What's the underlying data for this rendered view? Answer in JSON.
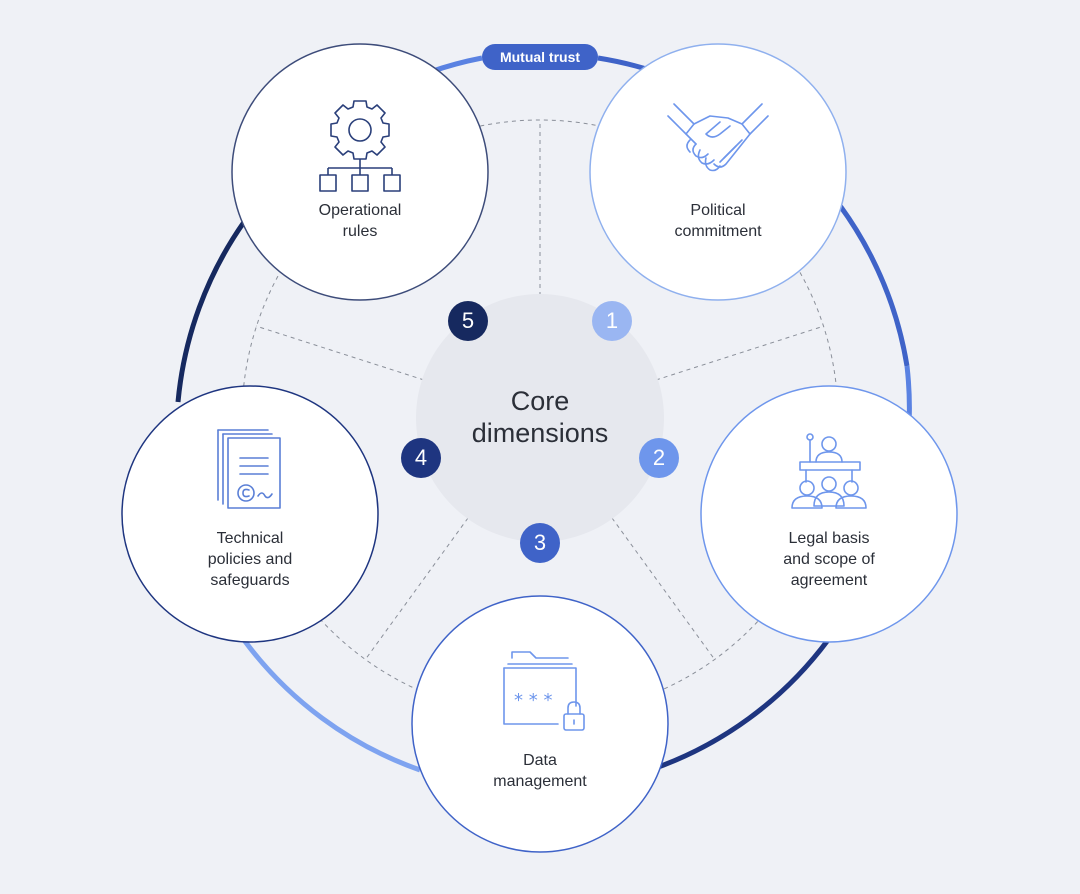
{
  "diagram": {
    "outer_ring_label": "Mutual trust",
    "center": {
      "line1": "Core",
      "line2": "dimensions"
    },
    "dimensions": [
      {
        "number": "1",
        "label": [
          "Political",
          "commitment"
        ],
        "icon": "handshake-icon",
        "color": "#9ab6f2"
      },
      {
        "number": "2",
        "label": [
          "Legal basis",
          "and scope of",
          "agreement"
        ],
        "icon": "courtroom-icon",
        "color": "#6e96ec"
      },
      {
        "number": "3",
        "label": [
          "Data",
          "management"
        ],
        "icon": "locked-folder-icon",
        "color": "#3f63c8"
      },
      {
        "number": "4",
        "label": [
          "Technical",
          "policies and",
          "safeguards"
        ],
        "icon": "certificate-document-icon",
        "color": "#1e3580"
      },
      {
        "number": "5",
        "label": [
          "Operational",
          "rules"
        ],
        "icon": "gear-hierarchy-icon",
        "color": "#16295f"
      }
    ],
    "colors": {
      "background": "#eff1f6",
      "center_disc": "#e6e8ee",
      "ring_dark": "#16295f",
      "ring_light": "#7ea3f0",
      "icon_stroke": "#5a7fd6",
      "text": "#2b2f38"
    }
  }
}
